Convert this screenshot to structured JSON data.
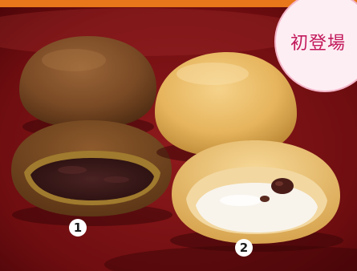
{
  "badge": {
    "label": "初登場"
  },
  "markers": [
    {
      "label": "1"
    },
    {
      "label": "2"
    }
  ],
  "colors": {
    "top_bar": "#e8761a",
    "plate": "#7a0f12",
    "badge_bg": "#fdeef3",
    "badge_border": "#f4b6c9",
    "badge_text": "#c2185b",
    "brown_bun": "#7a4a25",
    "cream_bun": "#e6b45c",
    "bean_paste": "#3a1a18",
    "cream_filling": "#f8f4ec"
  },
  "icons": {
    "marker_1": "circled-number-1",
    "marker_2": "circled-number-2"
  }
}
